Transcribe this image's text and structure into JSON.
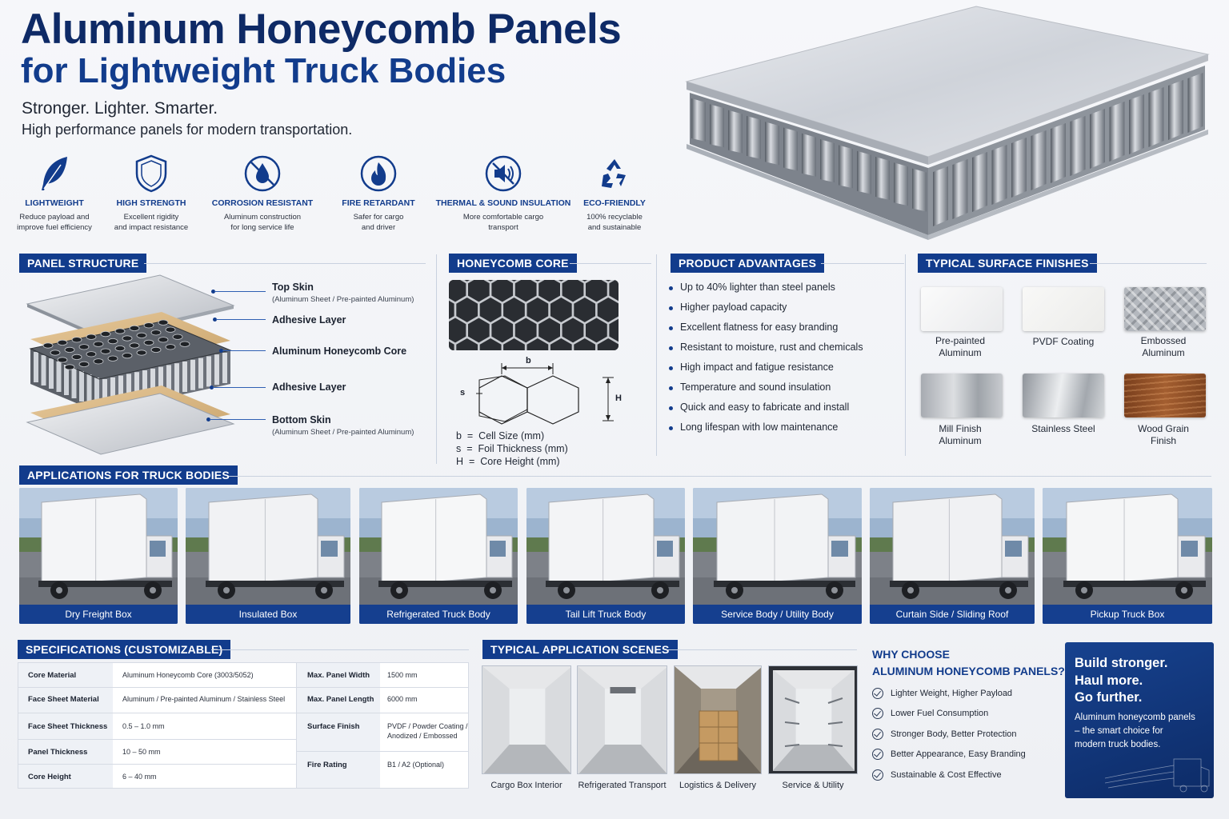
{
  "header": {
    "title_line1": "Aluminum Honeycomb Panels",
    "title_line2": "for Lightweight Truck Bodies",
    "tagline": "Stronger. Lighter. Smarter.",
    "subtitle": "High performance panels for modern transportation."
  },
  "features": [
    {
      "icon": "feather-icon",
      "title": "LIGHTWEIGHT",
      "desc1": "Reduce payload and",
      "desc2": "improve fuel efficiency"
    },
    {
      "icon": "shield-icon",
      "title": "HIGH STRENGTH",
      "desc1": "Excellent rigidity",
      "desc2": "and impact resistance"
    },
    {
      "icon": "no-drop-icon",
      "title": "CORROSION RESISTANT",
      "desc1": "Aluminum construction",
      "desc2": "for long service life"
    },
    {
      "icon": "flame-icon",
      "title": "FIRE RETARDANT",
      "desc1": "Safer for cargo",
      "desc2": "and driver"
    },
    {
      "icon": "speaker-mute-icon",
      "title": "THERMAL & SOUND INSULATION",
      "desc1": "More comfortable cargo",
      "desc2": "transport"
    },
    {
      "icon": "recycle-icon",
      "title": "ECO-FRIENDLY",
      "desc1": "100% recyclable",
      "desc2": "and sustainable"
    }
  ],
  "panel_structure": {
    "heading": "PANEL STRUCTURE",
    "layers": [
      {
        "label": "Top Skin",
        "sub": "(Aluminum Sheet / Pre-painted Aluminum)"
      },
      {
        "label": "Adhesive Layer",
        "sub": ""
      },
      {
        "label": "Aluminum Honeycomb Core",
        "sub": ""
      },
      {
        "label": "Adhesive Layer",
        "sub": ""
      },
      {
        "label": "Bottom Skin",
        "sub": "(Aluminum Sheet / Pre-painted Aluminum)"
      }
    ]
  },
  "honeycomb_core": {
    "heading": "HONEYCOMB CORE",
    "dim_b": "b",
    "dim_s": "s",
    "dim_h": "H",
    "legend": [
      {
        "sym": "b",
        "eq": "=",
        "text": "Cell Size (mm)"
      },
      {
        "sym": "s",
        "eq": "=",
        "text": "Foil Thickness (mm)"
      },
      {
        "sym": "H",
        "eq": "=",
        "text": "Core Height (mm)"
      }
    ]
  },
  "advantages": {
    "heading": "PRODUCT ADVANTAGES",
    "items": [
      "Up to 40% lighter than steel panels",
      "Higher payload capacity",
      "Excellent flatness for easy branding",
      "Resistant to moisture, rust and chemicals",
      "High impact and fatigue resistance",
      "Temperature and sound insulation",
      "Quick and easy to fabricate and install",
      "Long lifespan with low maintenance"
    ]
  },
  "finishes": {
    "heading": "TYPICAL SURFACE FINISHES",
    "items": [
      {
        "l1": "Pre-painted",
        "l2": "Aluminum"
      },
      {
        "l1": "PVDF Coating",
        "l2": ""
      },
      {
        "l1": "Embossed",
        "l2": "Aluminum"
      },
      {
        "l1": "Mill Finish",
        "l2": "Aluminum"
      },
      {
        "l1": "Stainless Steel",
        "l2": ""
      },
      {
        "l1": "Wood Grain",
        "l2": "Finish"
      }
    ]
  },
  "applications": {
    "heading": "APPLICATIONS FOR TRUCK BODIES",
    "items": [
      "Dry Freight Box",
      "Insulated Box",
      "Refrigerated Truck Body",
      "Tail Lift Truck Body",
      "Service Body / Utility Body",
      "Curtain Side / Sliding Roof",
      "Pickup Truck Box"
    ]
  },
  "specs": {
    "heading": "SPECIFICATIONS (CUSTOMIZABLE)",
    "left": [
      {
        "k": "Core Material",
        "v": "Aluminum Honeycomb Core (3003/5052)"
      },
      {
        "k": "Face Sheet Material",
        "v": "Aluminum / Pre-painted Aluminum / Stainless Steel"
      },
      {
        "k": "Face Sheet Thickness",
        "v": "0.5 – 1.0 mm"
      },
      {
        "k": "Panel Thickness",
        "v": "10 – 50 mm"
      },
      {
        "k": "Core Height",
        "v": "6 – 40 mm"
      }
    ],
    "right": [
      {
        "k": "Max. Panel Width",
        "v": "1500 mm",
        "v2": ""
      },
      {
        "k": "Max. Panel Length",
        "v": "6000 mm",
        "v2": ""
      },
      {
        "k": "Surface Finish",
        "v": "PVDF / Powder Coating /",
        "v2": "Anodized / Embossed"
      },
      {
        "k": "Fire Rating",
        "v": "B1 / A2 (Optional)",
        "v2": ""
      }
    ]
  },
  "scenes": {
    "heading": "TYPICAL APPLICATION SCENES",
    "items": [
      "Cargo Box Interior",
      "Refrigerated Transport",
      "Logistics & Delivery",
      "Service & Utility"
    ]
  },
  "why": {
    "heading1": "WHY CHOOSE",
    "heading2": "ALUMINUM HONEYCOMB PANELS?",
    "items": [
      "Lighter Weight, Higher Payload",
      "Lower Fuel Consumption",
      "Stronger Body, Better Protection",
      "Better Appearance, Easy Branding",
      "Sustainable & Cost Effective"
    ]
  },
  "cta": {
    "l1": "Build stronger.",
    "l2": "Haul more.",
    "l3": "Go further.",
    "d1": "Aluminum honeycomb panels",
    "d2": "– the smart choice for",
    "d3": "modern truck bodies."
  },
  "colors": {
    "navy": "#0e2a66",
    "brand_blue": "#123c8c",
    "caption_blue": "#153f8f"
  }
}
